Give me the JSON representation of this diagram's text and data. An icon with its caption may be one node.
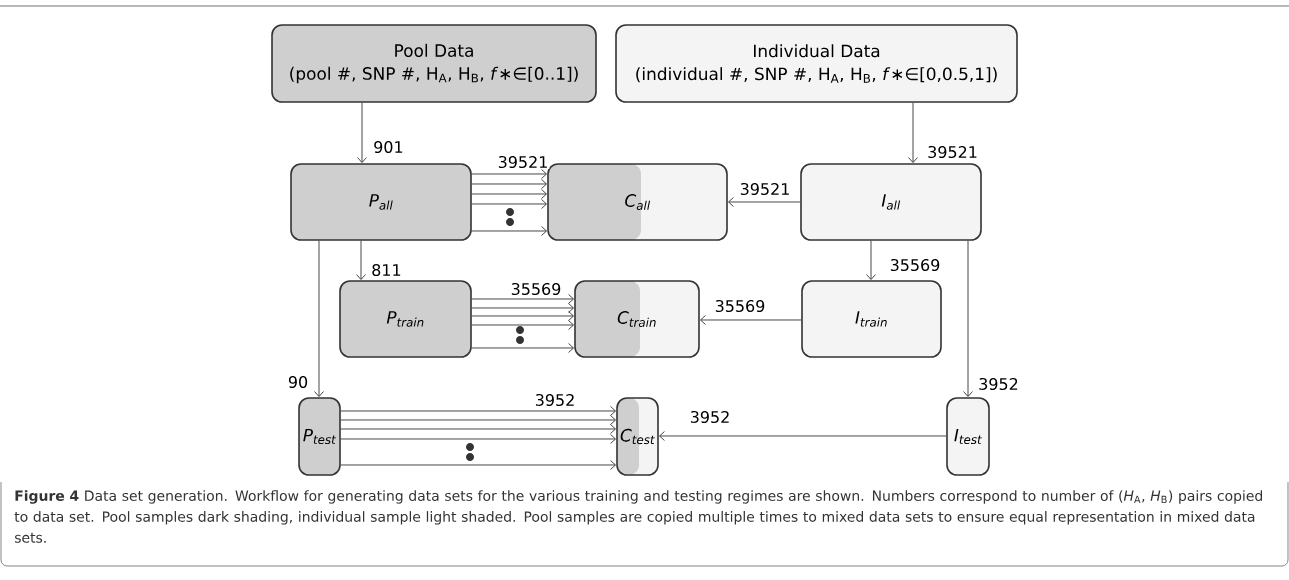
{
  "diagram": {
    "caption": "**Figure 4** Data set generation. Workflow for generating data sets for the various training and testing regimes are shown. Numbers correspond to number of (*H*$_{A}$, *H*$_{B}$) pairs copied to data set. Pool samples dark shading, individual sample light shaded. Pool samples are copied multiple times to mixed data sets to ensure equal representation in mixed data sets.",
    "nodes": [
      {
        "text": [
          "Pool Data",
          "(pool #,  SNP #, H$_{A}$, H$_{B}$, *f*∗∈[0..1])"
        ]
      },
      {
        "text": [
          "Individual Data",
          "(individual #,  SNP #, H$_{A}$, H$_{B}$, *f*∗∈[0,0.5,1])"
        ]
      },
      {
        "text": [
          "P$_{all}$"
        ]
      },
      {
        "text": [
          "C$_{all}$"
        ]
      },
      {
        "text": [
          "I$_{all}$"
        ]
      },
      {
        "text": [
          "P$_{train}$"
        ]
      },
      {
        "text": [
          "C$_{train}$"
        ]
      },
      {
        "text": [
          "I$_{train}$"
        ]
      },
      {
        "text": [
          "P$_{test}$"
        ]
      },
      {
        "text": [
          "C$_{test}$"
        ]
      },
      {
        "text": [
          "I$_{test}$"
        ]
      }
    ],
    "edges": [
      {
        "from": 0,
        "to": 2,
        "arrow": "to",
        "label": "901"
      },
      {
        "from": 1,
        "to": 4,
        "arrow": "to",
        "label": "39521"
      },
      {
        "from": 2,
        "to": 3,
        "arrow": "to",
        "label": "39521"
      },
      {
        "from": 2,
        "to": 3,
        "arrow": "to"
      },
      {
        "from": 2,
        "to": 3,
        "arrow": "to"
      },
      {
        "from": 2,
        "to": 3,
        "arrow": "to"
      },
      {
        "from": 2,
        "to": 3,
        "arrow": "to"
      },
      {
        "from": 4,
        "to": 3,
        "arrow": "to",
        "label": "39521"
      },
      {
        "from": 2,
        "to": 5,
        "arrow": "to",
        "label": "811"
      },
      {
        "from": 2,
        "to": 8,
        "arrow": "to",
        "label": "90"
      },
      {
        "from": 4,
        "to": 7,
        "arrow": "to",
        "label": "35569"
      },
      {
        "from": 4,
        "to": 10,
        "arrow": "to",
        "label": "3952"
      },
      {
        "from": 5,
        "to": 6,
        "arrow": "to",
        "label": "35569"
      },
      {
        "from": 5,
        "to": 6,
        "arrow": "to"
      },
      {
        "from": 5,
        "to": 6,
        "arrow": "to"
      },
      {
        "from": 5,
        "to": 6,
        "arrow": "to"
      },
      {
        "from": 5,
        "to": 6,
        "arrow": "to"
      },
      {
        "from": 7,
        "to": 6,
        "arrow": "to",
        "label": "35569"
      },
      {
        "from": 8,
        "to": 9,
        "arrow": "to",
        "label": "3952"
      },
      {
        "from": 8,
        "to": 9,
        "arrow": "to"
      },
      {
        "from": 8,
        "to": 9,
        "arrow": "to"
      },
      {
        "from": 8,
        "to": 9,
        "arrow": "to"
      },
      {
        "from": 8,
        "to": 9,
        "arrow": "to"
      },
      {
        "from": 10,
        "to": 9,
        "arrow": "to",
        "label": "3952"
      }
    ]
  }
}
